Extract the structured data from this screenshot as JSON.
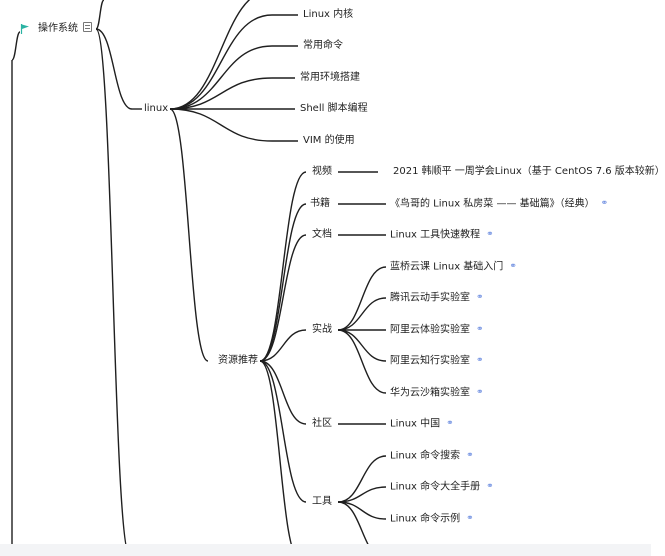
{
  "root": {
    "label": "操作系统"
  },
  "branch": {
    "label": "linux"
  },
  "linux_children": [
    {
      "id": "kernel",
      "label": "Linux 内核"
    },
    {
      "id": "commands",
      "label": "常用命令"
    },
    {
      "id": "env",
      "label": "常用环境搭建"
    },
    {
      "id": "shell",
      "label": "Shell 脚本编程"
    },
    {
      "id": "vim",
      "label": "VIM 的使用"
    }
  ],
  "resources": {
    "label": "资源推荐"
  },
  "categories": [
    {
      "id": "video",
      "label": "视频",
      "items": [
        {
          "label": "2021 韩顺平 一周学会Linux（基于 CentOS 7.6 版本较新）",
          "link": false
        }
      ]
    },
    {
      "id": "book",
      "label": "书籍",
      "items": [
        {
          "label": "《鸟哥的 Linux 私房菜 —— 基础篇》（经典）",
          "link": true
        }
      ]
    },
    {
      "id": "docs",
      "label": "文档",
      "items": [
        {
          "label": "Linux 工具快速教程",
          "link": true
        }
      ]
    },
    {
      "id": "practice",
      "label": "实战",
      "items": [
        {
          "label": "蓝桥云课 Linux 基础入门",
          "link": true
        },
        {
          "label": "腾讯云动手实验室",
          "link": true
        },
        {
          "label": "阿里云体验实验室",
          "link": true
        },
        {
          "label": "阿里云知行实验室",
          "link": true
        },
        {
          "label": "华为云沙箱实验室",
          "link": true
        }
      ]
    },
    {
      "id": "community",
      "label": "社区",
      "items": [
        {
          "label": "Linux 中国",
          "link": true
        }
      ]
    },
    {
      "id": "tools",
      "label": "工具",
      "items": [
        {
          "label": "Linux 命令搜索",
          "link": true
        },
        {
          "label": "Linux 命令大全手册",
          "link": true
        },
        {
          "label": "Linux 命令示例",
          "link": true
        }
      ]
    }
  ],
  "icons": {
    "root": "flag-icon",
    "note": "note-icon",
    "link": "link-icon"
  },
  "colors": {
    "line": "#1f1f1f",
    "flag": "#2bb3a3",
    "link": "#6b8ce0"
  }
}
